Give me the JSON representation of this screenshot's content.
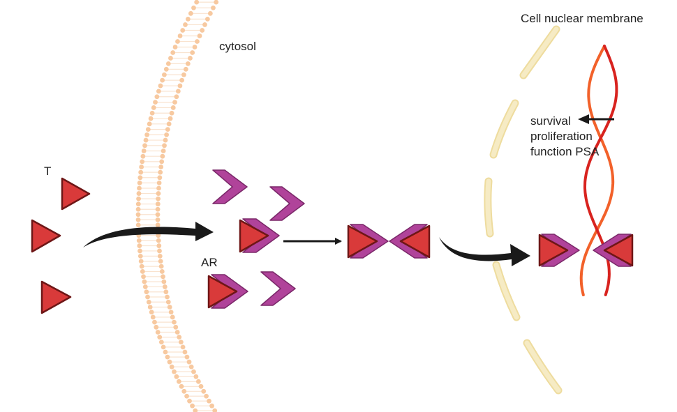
{
  "labels": {
    "testosterone": "T",
    "cytosol": "cytosol",
    "androgen_receptor": "AR",
    "nuclear_membrane": "Cell nuclear membrane",
    "outcome_survival": "survival",
    "outcome_proliferation": "proliferation",
    "outcome_psa": "function PSA"
  },
  "colors": {
    "ligand_fill": "#d93a3a",
    "ligand_stroke": "#6e1616",
    "receptor_fill": "#b0439a",
    "receptor_stroke": "#7a2869",
    "membrane_head": "#f7c9a0",
    "membrane_tail": "#f9e3cf",
    "nuclear_membrane": "#f6ebc4",
    "nuclear_membrane_edge": "#eedc9e",
    "dna_strand_a": "#d8231f",
    "dna_strand_b": "#f2612a",
    "arrow": "#1a1a1a"
  },
  "icons": [
    "testosterone-triangle-icon",
    "androgen-receptor-chevron-icon",
    "ar-dimer-complex-icon",
    "dna-double-helix-icon",
    "lipid-bilayer-icon",
    "nuclear-membrane-icon",
    "arrow-icon"
  ]
}
